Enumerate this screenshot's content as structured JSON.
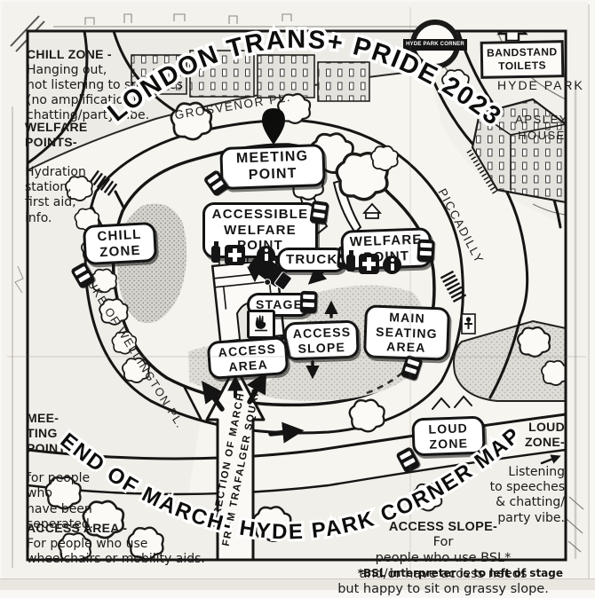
{
  "title_arc": "LONDON TRANS+ PRIDE 2023",
  "bottom_arc": "END OF MARCH- HYDE PARK CORNER MAP",
  "station_roundel": "HYDE PARK CORNER",
  "signs": {
    "bandstand": [
      "BANDSTAND",
      "TOILETS"
    ]
  },
  "places": {
    "hyde_park": "HYDE PARK",
    "apsley_house": [
      "APSLEY",
      "HOUSE"
    ]
  },
  "streets": {
    "grosvenor": "GROSVENOR PL.",
    "piccadilly": "PICCADILLY",
    "duke_of_wellington": "DUKE OF WELLINGTON PL.",
    "march_route": [
      "DIRECTION OF MARCH",
      "FROM TRAFALGER SQUARE"
    ]
  },
  "banners": {
    "meeting_point": [
      "MEETING",
      "POINT"
    ],
    "accessible_welfare_point": [
      "ACCESSIBLE",
      "WELFARE",
      "POINT"
    ],
    "chill_zone": [
      "CHILL",
      "ZONE"
    ],
    "truck": "TRUCK",
    "welfare_point": [
      "WELFARE",
      "POINT"
    ],
    "stage": "STAGE",
    "access_slope": [
      "ACCESS",
      "SLOPE"
    ],
    "access_area": [
      "ACCESS",
      "AREA"
    ],
    "main_seating_area": [
      "MAIN",
      "SEATING",
      "AREA"
    ],
    "loud_zone": [
      "LOUD",
      "ZONE"
    ]
  },
  "legend": {
    "chill_zone": {
      "head": "CHILL ZONE -",
      "body": [
        "Hanging out,",
        "not listening to speeches",
        "(no amplification).",
        "chatting/party vibe."
      ]
    },
    "welfare_points": {
      "head": [
        "WELFARE",
        "POINTS-"
      ],
      "body": [
        "Hydration",
        "station,",
        "first aid,",
        "info."
      ]
    },
    "meeting_point": {
      "head": [
        "MEE-",
        "TING",
        "POINT-"
      ],
      "body": [
        "for people",
        "who",
        "have been",
        "seperated."
      ]
    },
    "access_area": {
      "head": "ACCESS AREA -",
      "body": [
        "For people who use",
        "wheelchairs or mobility aids."
      ]
    },
    "loud_zone": {
      "head": [
        "LOUD",
        "ZONE-"
      ],
      "body": [
        "Listening",
        "to speeches",
        "& chatting/",
        "party vibe."
      ]
    },
    "access_slope": {
      "head": "ACCESS SLOPE-",
      "body": [
        "For",
        "people who use BSL*",
        "and/or have access needs",
        "but happy to sit on grassy slope."
      ]
    }
  },
  "footnote": "*BSL interpreter is to left of stage",
  "colors": {
    "ink": "#161514",
    "paper": "#f4f2ed",
    "grass_dot": "#a9a6a0",
    "banner_bg": "#ffffff"
  }
}
